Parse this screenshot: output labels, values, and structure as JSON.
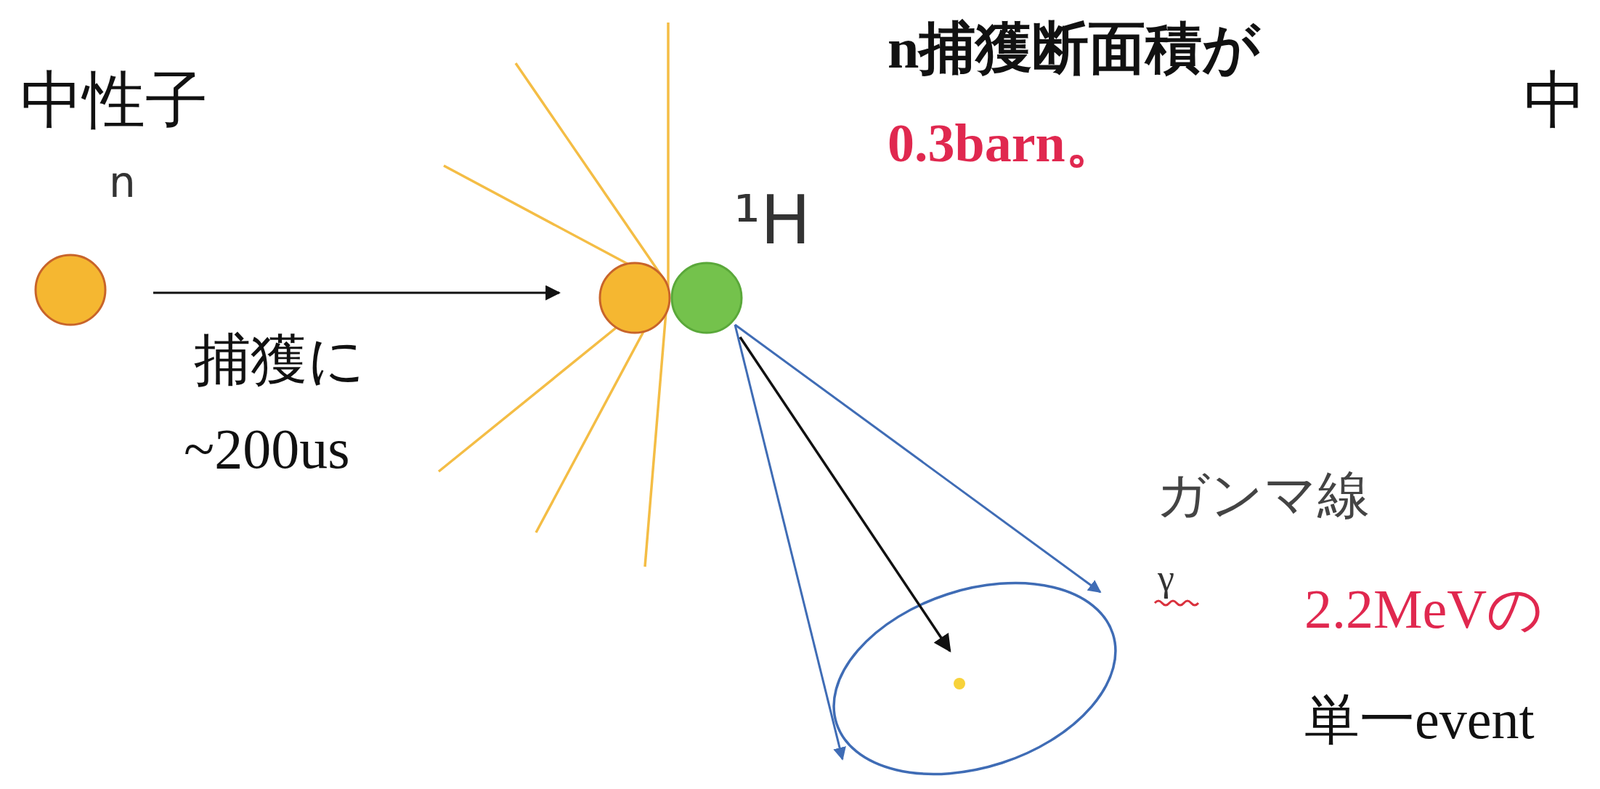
{
  "diagram": {
    "labels": [
      "中性子",
      "n",
      "捕獲に",
      "~200us",
      "¹H",
      "n捕獲断面積が",
      "0.3barn。",
      "ガンマ線",
      "γ",
      "2.2MeVの",
      "単一event",
      "中"
    ]
  }
}
